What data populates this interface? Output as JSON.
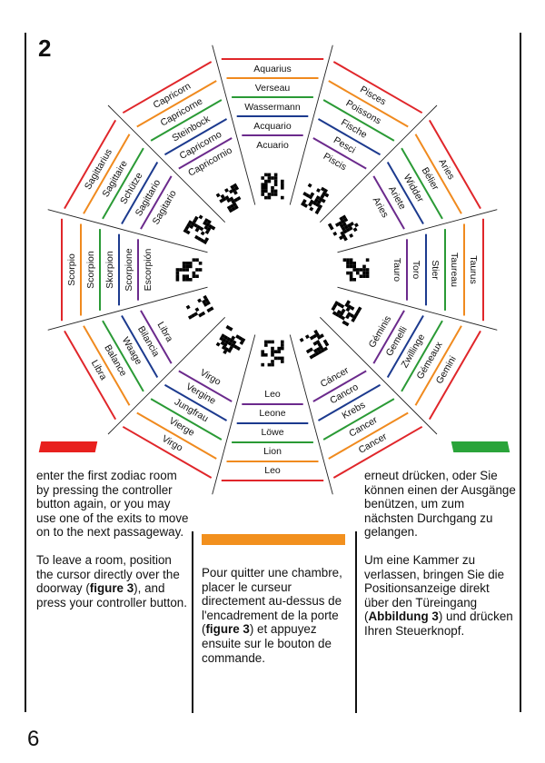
{
  "figure_number": "2",
  "page_number": "6",
  "wheel": {
    "segments": [
      {
        "sign": "aquarius",
        "labels": [
          "Aquarius",
          "Verseau",
          "Wassermann",
          "Acquario",
          "Acuario"
        ]
      },
      {
        "sign": "pisces",
        "labels": [
          "Pisces",
          "Poissons",
          "Fische",
          "Pesci",
          "Piscis"
        ]
      },
      {
        "sign": "aries",
        "labels": [
          "Aries",
          "Bélier",
          "Widder",
          "Ariete",
          "Aries"
        ]
      },
      {
        "sign": "taurus",
        "labels": [
          "Taurus",
          "Taureau",
          "Stier",
          "Toro",
          "Tauro"
        ]
      },
      {
        "sign": "gemini",
        "labels": [
          "Gemini",
          "Gémeaux",
          "Zwillinge",
          "Gemelli",
          "Géminis"
        ]
      },
      {
        "sign": "cancer",
        "labels": [
          "Cancer",
          "Cancer",
          "Krebs",
          "Cancro",
          "Cáncer"
        ]
      },
      {
        "sign": "leo",
        "labels": [
          "Leo",
          "Lion",
          "Löwe",
          "Leone",
          "Leo"
        ]
      },
      {
        "sign": "virgo",
        "labels": [
          "Virgo",
          "Vierge",
          "Jungfrau",
          "Vergine",
          "Virgo"
        ]
      },
      {
        "sign": "libra",
        "labels": [
          "Libra",
          "Balance",
          "Waage",
          "Bilancia",
          "Libra"
        ]
      },
      {
        "sign": "scorpio",
        "labels": [
          "Scorpio",
          "Scorpion",
          "Skorpion",
          "Scorpione",
          "Escorpión"
        ]
      },
      {
        "sign": "sagittarius",
        "labels": [
          "Sagittarius",
          "Sagittaire",
          "Schütze",
          "Sagittario",
          "Sagitario"
        ]
      },
      {
        "sign": "capricorn",
        "labels": [
          "Capricorn",
          "Capricorne",
          "Steinbock",
          "Capricorno",
          "Capricornio"
        ]
      }
    ],
    "line_colors": [
      "#e0262a",
      "#f08a1e",
      "#2a9a35",
      "#1c3a8e",
      "#6b2a8c"
    ]
  },
  "english": {
    "p1": "enter the first zodiac room by pressing the controller button again, or you may use one of the exits to move on to the next passageway.",
    "p2a": "To leave a room, position the cursor directly over the doorway (",
    "p2b": "figure 3",
    "p2c": "), and press your controller button."
  },
  "french": {
    "p1a": "Pour quitter une chambre, placer le curseur directement au-dessus de l'encadrement de la porte (",
    "p1b": "figure 3",
    "p1c": ") et appuyez ensuite sur le bouton de commande."
  },
  "german": {
    "p1": "erneut drücken, oder Sie können einen der Ausgänge benützen, um zum nächsten Durchgang zu gelangen.",
    "p2a": "Um eine Kammer zu verlassen, bringen Sie die Positionsanzeige direkt über den Türeingang (",
    "p2b": "Abbildung 3",
    "p2c": ") und drücken Ihren Steuerknopf."
  },
  "bars": {
    "red": "#e8201e",
    "orange": "#f2901e",
    "green": "#2aa43a"
  }
}
